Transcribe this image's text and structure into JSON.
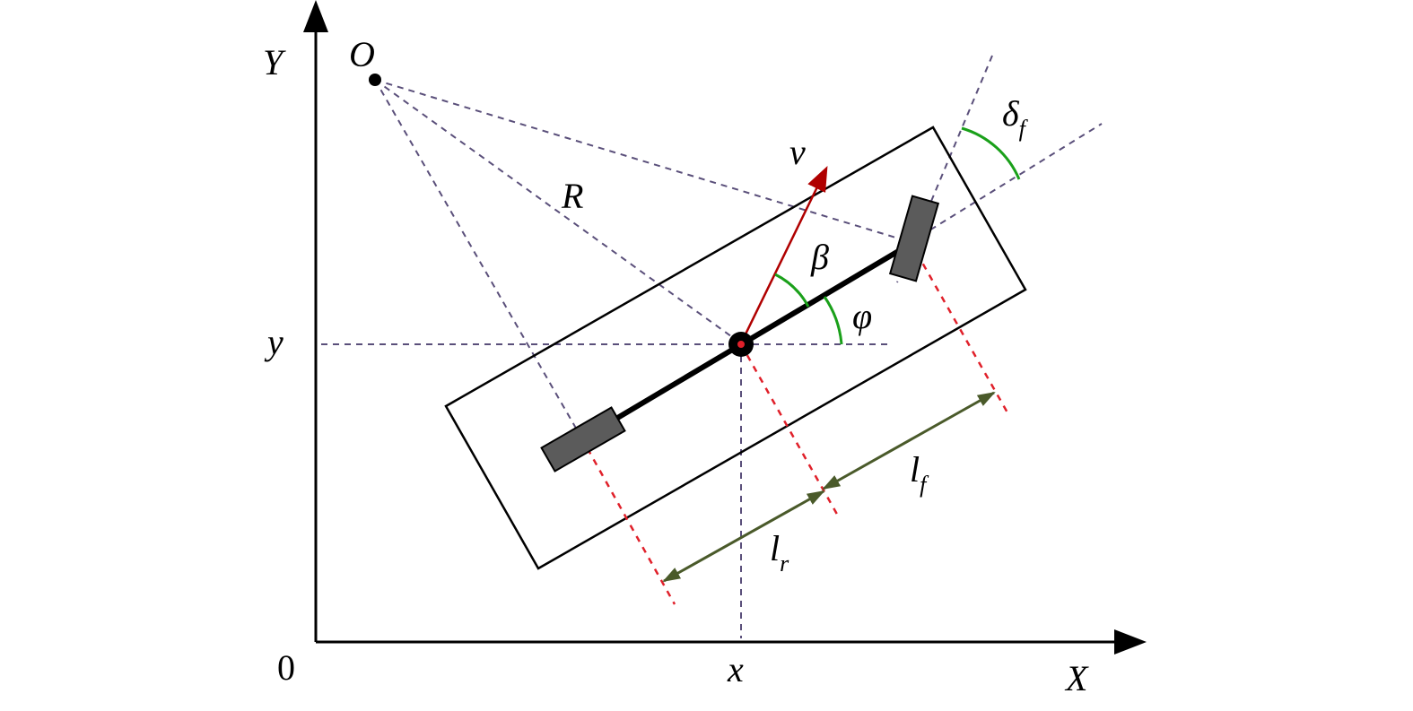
{
  "axes": {
    "y_axis_label": "Y",
    "x_axis_label": "X",
    "origin_label": "0",
    "x_position_label": "x",
    "y_position_label": "y"
  },
  "labels": {
    "turn_center": "O",
    "radius": "R",
    "velocity": "v",
    "slip_angle": "β",
    "heading_angle": "φ",
    "steer_main": "δ",
    "steer_sub": "f",
    "lf_main": "l",
    "lf_sub": "f",
    "lr_main": "l",
    "lr_sub": "r"
  },
  "colors": {
    "axis": "#000000",
    "guide_dashed": "#5a4f7a",
    "wheel_ref_dashed": "#e0202a",
    "velocity": "#b00000",
    "angle_arc": "#1aa01a",
    "dimension": "#4a5a2a",
    "wheel_fill": "#5b5b5b"
  }
}
